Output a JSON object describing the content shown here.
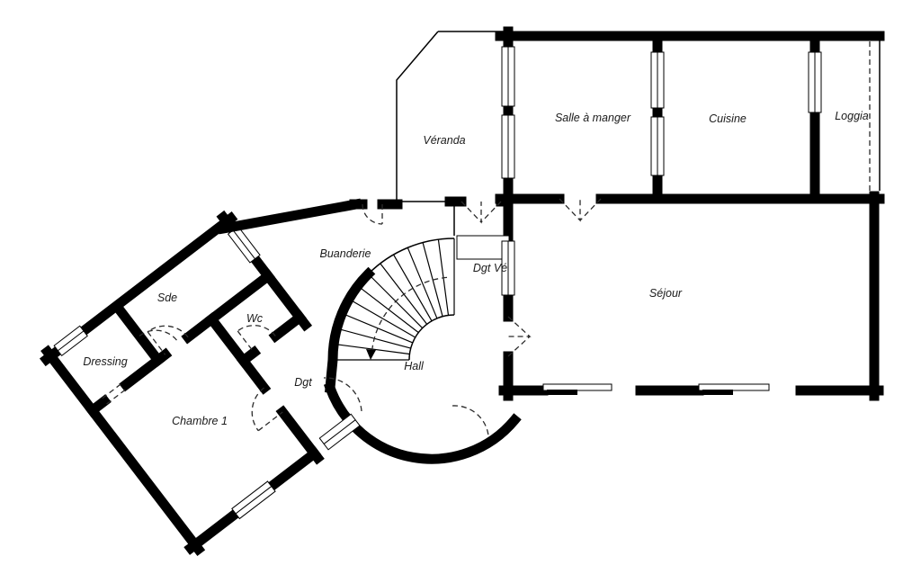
{
  "plan": {
    "background": "#ffffff",
    "wall_color": "#000000",
    "rooms": {
      "veranda": {
        "label": "Véranda"
      },
      "salle_a_manger": {
        "label": "Salle à manger"
      },
      "cuisine": {
        "label": "Cuisine"
      },
      "loggia": {
        "label": "Loggia"
      },
      "sejour": {
        "label": "Séjour"
      },
      "buanderie": {
        "label": "Buanderie"
      },
      "dgt_veranda": {
        "label": "Dgt Vé"
      },
      "hall": {
        "label": "Hall"
      },
      "sde": {
        "label": "Sde"
      },
      "dressing": {
        "label": "Dressing"
      },
      "wc": {
        "label": "Wc"
      },
      "dgt": {
        "label": "Dgt"
      },
      "chambre_1": {
        "label": "Chambre 1"
      }
    }
  }
}
